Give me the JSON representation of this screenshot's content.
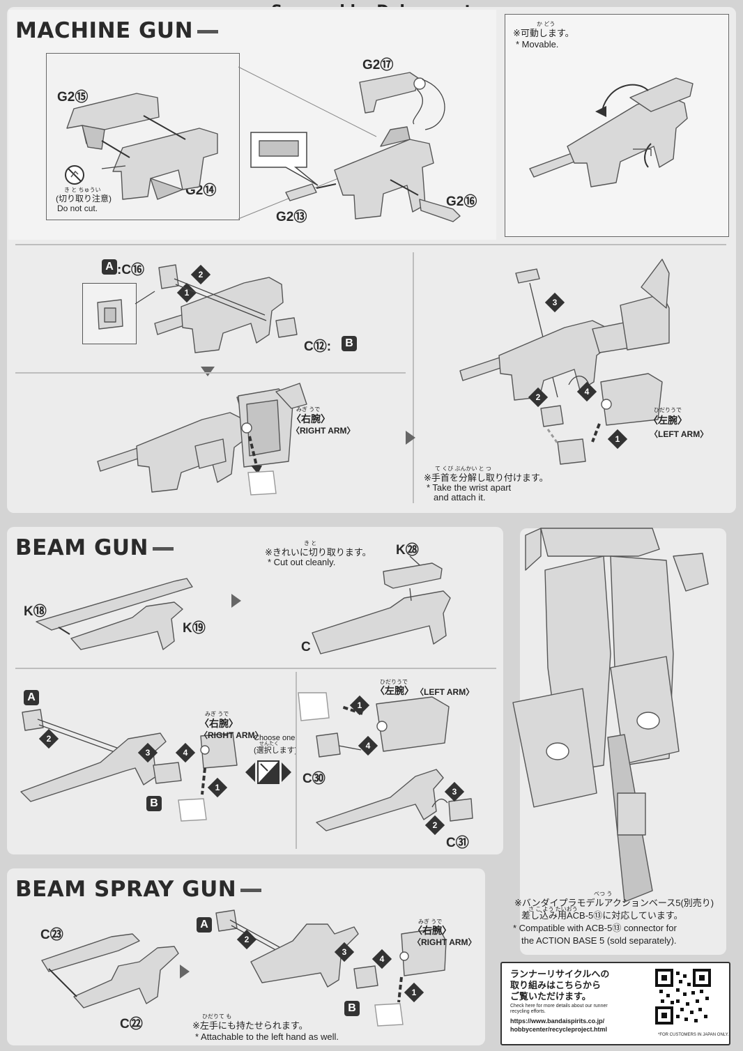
{
  "header": {
    "watermark": "Scanned by Dalong.net"
  },
  "machine_gun": {
    "title": "MACHINE GUN",
    "parts": {
      "g2_15": "G2⑮",
      "g2_14": "G2⑭",
      "g2_17": "G2⑰",
      "g2_16": "G2⑯",
      "g2_13": "G2⑬"
    },
    "do_not_cut_jp": "(切り取り注意)",
    "do_not_cut_ruby": "き と ちゅうい",
    "do_not_cut_en": "Do not cut.",
    "movable_ruby": "か どう",
    "movable_jp": "※可動します。",
    "movable_en": "* Movable.",
    "step2_left_box": "A",
    "step2_left_part": ":C⑯",
    "step2_hand_part": "C⑫:",
    "step2_hand_box": "B",
    "right_arm_ruby": "みぎ うで",
    "right_arm_jp": "〈右腕〉",
    "right_arm_en": "〈RIGHT ARM〉",
    "left_arm_ruby": "ひだりうで",
    "left_arm_jp": "〈左腕〉",
    "left_arm_en": "〈LEFT ARM〉",
    "wrist_ruby": "て くび ぶんかい と つ",
    "wrist_jp": "※手首を分解し取り付けます。",
    "wrist_en1": "* Take the wrist apart",
    "wrist_en2": "and attach it."
  },
  "beam_gun": {
    "title": "BEAM GUN",
    "parts": {
      "k18": "K⑱",
      "k19": "K⑲",
      "k28": "K㉘",
      "c30": "C㉚",
      "c31": "C㉛"
    },
    "cut_ruby": "き と",
    "cut_jp": "※きれいに切り取ります。",
    "cut_en": "* Cut out cleanly.",
    "box_a": "A",
    "box_b": "B",
    "right_arm_ruby": "みぎ うで",
    "right_arm_jp": "〈右腕〉",
    "right_arm_en": "〈RIGHT ARM〉",
    "left_arm_ruby": "ひだりうで",
    "left_arm_jp": "〈左腕〉",
    "left_arm_en": "〈LEFT ARM〉",
    "choose_en": "Choose one.",
    "choose_ruby": "せんたく",
    "choose_jp": "(選択します)"
  },
  "beam_spray_gun": {
    "title": "BEAM SPRAY GUN",
    "parts": {
      "c23": "C㉓",
      "c22": "C㉒"
    },
    "box_a": "A",
    "box_b": "B",
    "right_arm_ruby": "みぎ うで",
    "right_arm_jp": "〈右腕〉",
    "right_arm_en": "〈RIGHT ARM〉",
    "left_ruby": "ひだりて も",
    "left_jp": "※左手にも持たせられます。",
    "left_en": "* Attachable to the left hand as well."
  },
  "action_base": {
    "ruby": "べつ う",
    "jp1": "※バンダイプラモデルアクションベース5(別売り)",
    "ruby2": "さ こ よう たいおう",
    "jp2": "差し込み用ACB-5⑬に対応しています。",
    "en1": "* Compatible with ACB-5⑬ connector for",
    "en2": "the ACTION BASE 5 (sold separately)."
  },
  "recycle": {
    "jp1": "ランナーリサイクルへの",
    "jp2": "取り組みはこちらから",
    "jp3": "ご覧いただけます。",
    "en1": "Check here for more details about our runner",
    "en2": "recycling efforts.",
    "url1": "https://www.bandaispirits.co.jp/",
    "url2": "hobbycenter/recycleproject.html",
    "note": "*FOR CUSTOMERS IN JAPAN ONLY."
  },
  "step_numbers": [
    "1",
    "2",
    "3",
    "4"
  ]
}
